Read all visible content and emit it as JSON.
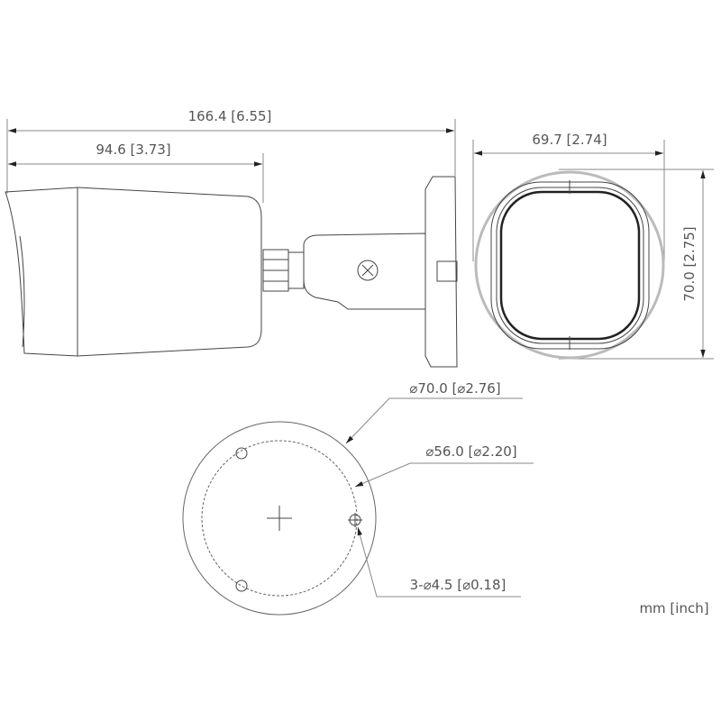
{
  "dimensions": {
    "overall_length": "166.4 [6.55]",
    "body_length": "94.6 [3.73]",
    "front_width": "69.7 [2.74]",
    "front_height": "70.0 [2.75]",
    "mount_outer_diameter": "⌀70.0 [⌀2.76]",
    "mount_hole_circle": "⌀56.0 [⌀2.20]",
    "mount_holes": "3-⌀4.5 [⌀0.18]"
  },
  "units_label": "mm [inch]"
}
